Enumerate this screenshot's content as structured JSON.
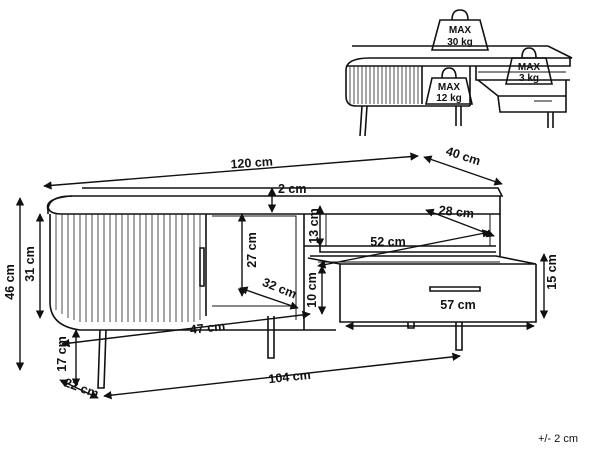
{
  "inset": {
    "weights": [
      {
        "label": "MAX",
        "value": "30 kg"
      },
      {
        "label": "MAX",
        "value": "12 kg"
      },
      {
        "label": "MAX",
        "value": "3 kg"
      }
    ]
  },
  "dimensions": {
    "width": "120 cm",
    "depth": "40 cm",
    "top_thickness": "2 cm",
    "height_total": "46 cm",
    "body_height": "31 cm",
    "cabinet_inner_height": "27 cm",
    "cabinet_inner_depth": "32 cm",
    "cabinet_inner_width": "47 cm",
    "shelf_height": "13 cm",
    "shelf_depth": "28 cm",
    "drawer_inner_width": "52 cm",
    "drawer_inner_height": "10 cm",
    "drawer_width": "57 cm",
    "drawer_height": "15 cm",
    "leg_height": "17 cm",
    "leg_depth": "22 cm",
    "leg_span": "104 cm"
  },
  "tolerance": "+/- 2 cm"
}
